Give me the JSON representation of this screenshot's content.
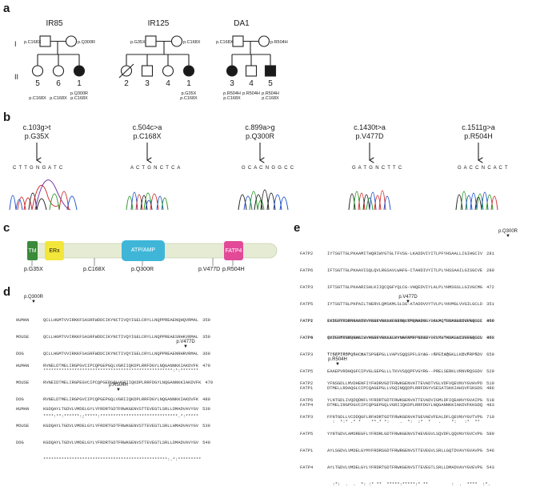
{
  "panels": {
    "a": "a",
    "b": "b",
    "c": "c",
    "d": "d",
    "e": "e"
  },
  "pedigree": {
    "generations": [
      "I",
      "II"
    ],
    "families": [
      {
        "name": "IR85",
        "parents": [
          "p.C168X",
          "p.Q300R"
        ],
        "children": [
          {
            "num": "5",
            "genotype": "p.C168X"
          },
          {
            "num": "6",
            "genotype": "p.C168X"
          },
          {
            "num": "1",
            "genotype": "p.Q300R\np.C168X"
          }
        ]
      },
      {
        "name": "IR125",
        "parents": [
          "p.G35X",
          "p.C168X"
        ],
        "children": [
          {
            "num": "2",
            "genotype": ""
          },
          {
            "num": "3",
            "genotype": ""
          },
          {
            "num": "4",
            "genotype": ""
          },
          {
            "num": "1",
            "genotype": "p.G35X\np.C168X"
          }
        ]
      },
      {
        "name": "DA1",
        "parents": [
          "p.C168X",
          "p.R504H"
        ],
        "children": [
          {
            "num": "3",
            "genotype": "p.R504H\np.C168X"
          },
          {
            "num": "4",
            "genotype": "p.R504H"
          },
          {
            "num": "5",
            "genotype": "p.R504H\np.C168X"
          }
        ]
      }
    ]
  },
  "chromatograms": [
    {
      "cdna": "c.103g>t",
      "protein": "p.G35X",
      "seq": "C T T G N G A T C"
    },
    {
      "cdna": "c.504c>a",
      "protein": "p.C168X",
      "seq": "A C T G N C T C A"
    },
    {
      "cdna": "c.899a>g",
      "protein": "p.Q300R",
      "seq": "G C A C N G G C C"
    },
    {
      "cdna": "c.1430t>a",
      "protein": "p.V477D",
      "seq": "G A T G N C T T C"
    },
    {
      "cdna": "c.1511g>a",
      "protein": "p.R504H",
      "seq": "G A C C N C A C T"
    }
  ],
  "domains": {
    "boxes": [
      "TM",
      "ERx",
      "ATP/AMP",
      "FATP4"
    ],
    "mutations": [
      "p.G35X",
      "p.C168X",
      "p.Q300R",
      "p.V477D",
      "p.R504H"
    ]
  },
  "alignment_d": {
    "markers": [
      "p.Q300R",
      "p.V477D",
      "p.R504H"
    ],
    "blocks": [
      {
        "rows": [
          {
            "name": "HUMAN",
            "seq": "QCLLHGMTVVIRKKFSASRFWDDCIKYNCTIVQYIGELCRYLLNQPPREAENQHQVRMAL",
            "end": "359"
          },
          {
            "name": "MOUSE",
            "seq": "QCLLHGMTVVIRKKFSASRFWDDCIKYNCTIVQYIGELCRYLLNQPPREAESRHKVRMAL",
            "end": "359"
          },
          {
            "name": "DOG",
            "seq": "QCLLHGMTVVIRKKFSASRFWDDCIKYNCTIVQYIGELCRYLLNQPPREAENRHRVRMAL",
            "end": "360"
          }
        ],
        "cons": "**************************************************:*:*******"
      },
      {
        "rows": [
          {
            "name": "HUMAN",
            "seq": "RVNELDTMELIRGPGVCIPCQPGEPGQLVGRIIQKDPLRRFDGYLNQGANNKKIAKDVFK",
            "end": "479"
          },
          {
            "name": "MOUSE",
            "seq": "RVNEIDTMELIRGPEGVCIPCQPGEPGQLVGRIIQKDPLRRFDGYLNQGANNKKIAKDVFK",
            "end": "479"
          },
          {
            "name": "DOG",
            "seq": "RVNELDTMELIRGPGVCIPCQPGEPGQLVGRIIQKDPLRRFDGYLNQGANNKKIAKDVFK",
            "end": "480"
          }
        ],
        "cons": "****:**:******:;*****:******************************.*:*****"
      },
      {
        "rows": [
          {
            "name": "HUMAN",
            "seq": "KGDQAYLTGDVLVMDELGYLYFRDRTGDTFRWKGENVSTTEVEGTLSRLLDMADVAVYGV",
            "end": "539"
          },
          {
            "name": "MOUSE",
            "seq": "KGDQAYLTGDVLVMDELGYLYFRDRTGDTFRWKGENVSTTEVEGTLSRLLHMADVAVYGV",
            "end": "539"
          },
          {
            "name": "DOG",
            "seq": "KGDQAYLTGDVLVMDELGYLYFRDRTGDTFRWKGENVSTTEVEGTLSRLLDMADVAVYGV",
            "end": "540"
          }
        ],
        "cons": "************************************************:.*:*********"
      }
    ]
  },
  "alignment_e": {
    "markers": [
      "p.Q300R",
      "p.V477D",
      "p.R504H"
    ],
    "blocks": [
      {
        "rows": [
          {
            "name": "FATP2",
            "seq": "IYTSGTTGLPKAAMITHQRIWYGTGLTFVSG-LKADDVIYITLPFYHSAALLIGIHGCIV",
            "end": "281"
          },
          {
            "name": "FATP6",
            "seq": "IFTSGTTGLPKAAVISQLQVLRGSAVLWAFG-CTAHDIVYITLPLYHSSAAILGISGCVE",
            "end": "280"
          },
          {
            "name": "FATP3",
            "seq": "IFTSGTTGLPKAARISHLKIIQCQGFYQLCG-VHQEDVIYLALPLYHMSGSLLGIVGCMG",
            "end": "472"
          },
          {
            "name": "FATP5",
            "seq": "IYTSGTTGLPKPAILTHERVLQMSKMLSLSG-ATADDVVYTVLPLYHVMGLVVGILGCLD",
            "end": "351"
          },
          {
            "name": "FATP1",
            "seq": "IYTSGTTGMPKAAIVVHSRYYRMAAFGHHAYRMQAADVLYDCLPLYHSAGNIIGVGQCLI",
            "end": "306"
          },
          {
            "name": "FATP4",
            "seq": "IYTSGTTGMPKAAIVVHSRYYRMAALVYYGFRMRPNDIVYDCLPLYHSAGNIVGIGQCLL",
            "end": "303"
          }
        ],
        "cons": "*:*******.*  :.    :         .       :  :*  *:*  .  :.*  *"
      },
      {
        "rows": [
          {
            "name": "FATP2",
            "seq": "EKDEPVRDENGYCVRVPKGEVGLLVCKITQLTPFNGYAG--AKAQTEKKKLRDVFKKGDL",
            "end": "459"
          },
          {
            "name": "FATP6",
            "seq": "QKDEPMRNEQGWCIHVKKGEVGLLISKVNAKNPFFGYAG--PYKHTKDKLLCDVFKKGDV",
            "end": "458"
          },
          {
            "name": "FATP3",
            "seq": "TTGEPIRDPQGHCMATSPGEPGLLVAPVSQQSPFLGYAG--GPELAQGKLLKDVFRPGDV",
            "end": "650"
          },
          {
            "name": "FATP5",
            "seq": "EAAEPVRDHQGFCIPVGLGEPGLLLTKVVSQQPFVGYRG--PRELSERKLVRNVRQSGDV",
            "end": "529"
          },
          {
            "name": "FATP1",
            "seq": "DTMELLRDAQGLCIPCQAGEPGLLVGQINQQDPLRRFDGYVSESATSKKIAHSVFSKGDS",
            "end": "486"
          },
          {
            "name": "FATP4",
            "seq": "DTMELIRGPDGVCIPCQPGEPGQLVGRIIQKDPLRRFDGYLNQGANNKKIAKDVFKKGDQ",
            "end": "483"
          }
        ],
        "cons": "  :  *:* .* *    **.* *:    .  *:  :*  *   .    *:   :*  **"
      },
      {
        "rows": [
          {
            "name": "FATP2",
            "seq": "YFNSGDLLMVDHENFIYFHDRVGDTFRWKGENVATTEVADTVGLVDFVQEVNVYGVHVPD",
            "end": "519"
          },
          {
            "name": "FATP6",
            "seq": "YLNTGDLIVQDQDNFLYFRDRTGDTFRWKGENVATTEVADVIGMLDFIQEANVYGVAIPG",
            "end": "518"
          },
          {
            "name": "FATP3",
            "seq": "FFNTGDLLVCDDQGFLRFHDRTGDTFRWKGENVATGEVAEVFEALDFLQEVNVYGVTVPG",
            "end": "710"
          },
          {
            "name": "FATP5",
            "seq": "YYNTGDVLAMDREGFLYFRDRLGDTFRWKGENVSTHEVEGVLSQVDFLQQVNVYGVCVPG",
            "end": "589"
          },
          {
            "name": "FATP1",
            "seq": "AYLSGDVLVMDELGYMYFRDRSGDTFRWRGENVSTTEVEGVLSRLLGQTDVAVYGVAVPG",
            "end": "546"
          },
          {
            "name": "FATP4",
            "seq": "AYLTGDVLVMDELGYLYFRDRTGDTFRWKGENVSTTEVEGTLSRLLDMADVAVYGVEVPG",
            "end": "543"
          }
        ],
        "cons": "  :*:  .  .  *: :* **  *****:*****:* **         :  .  ****  :*."
      }
    ]
  }
}
